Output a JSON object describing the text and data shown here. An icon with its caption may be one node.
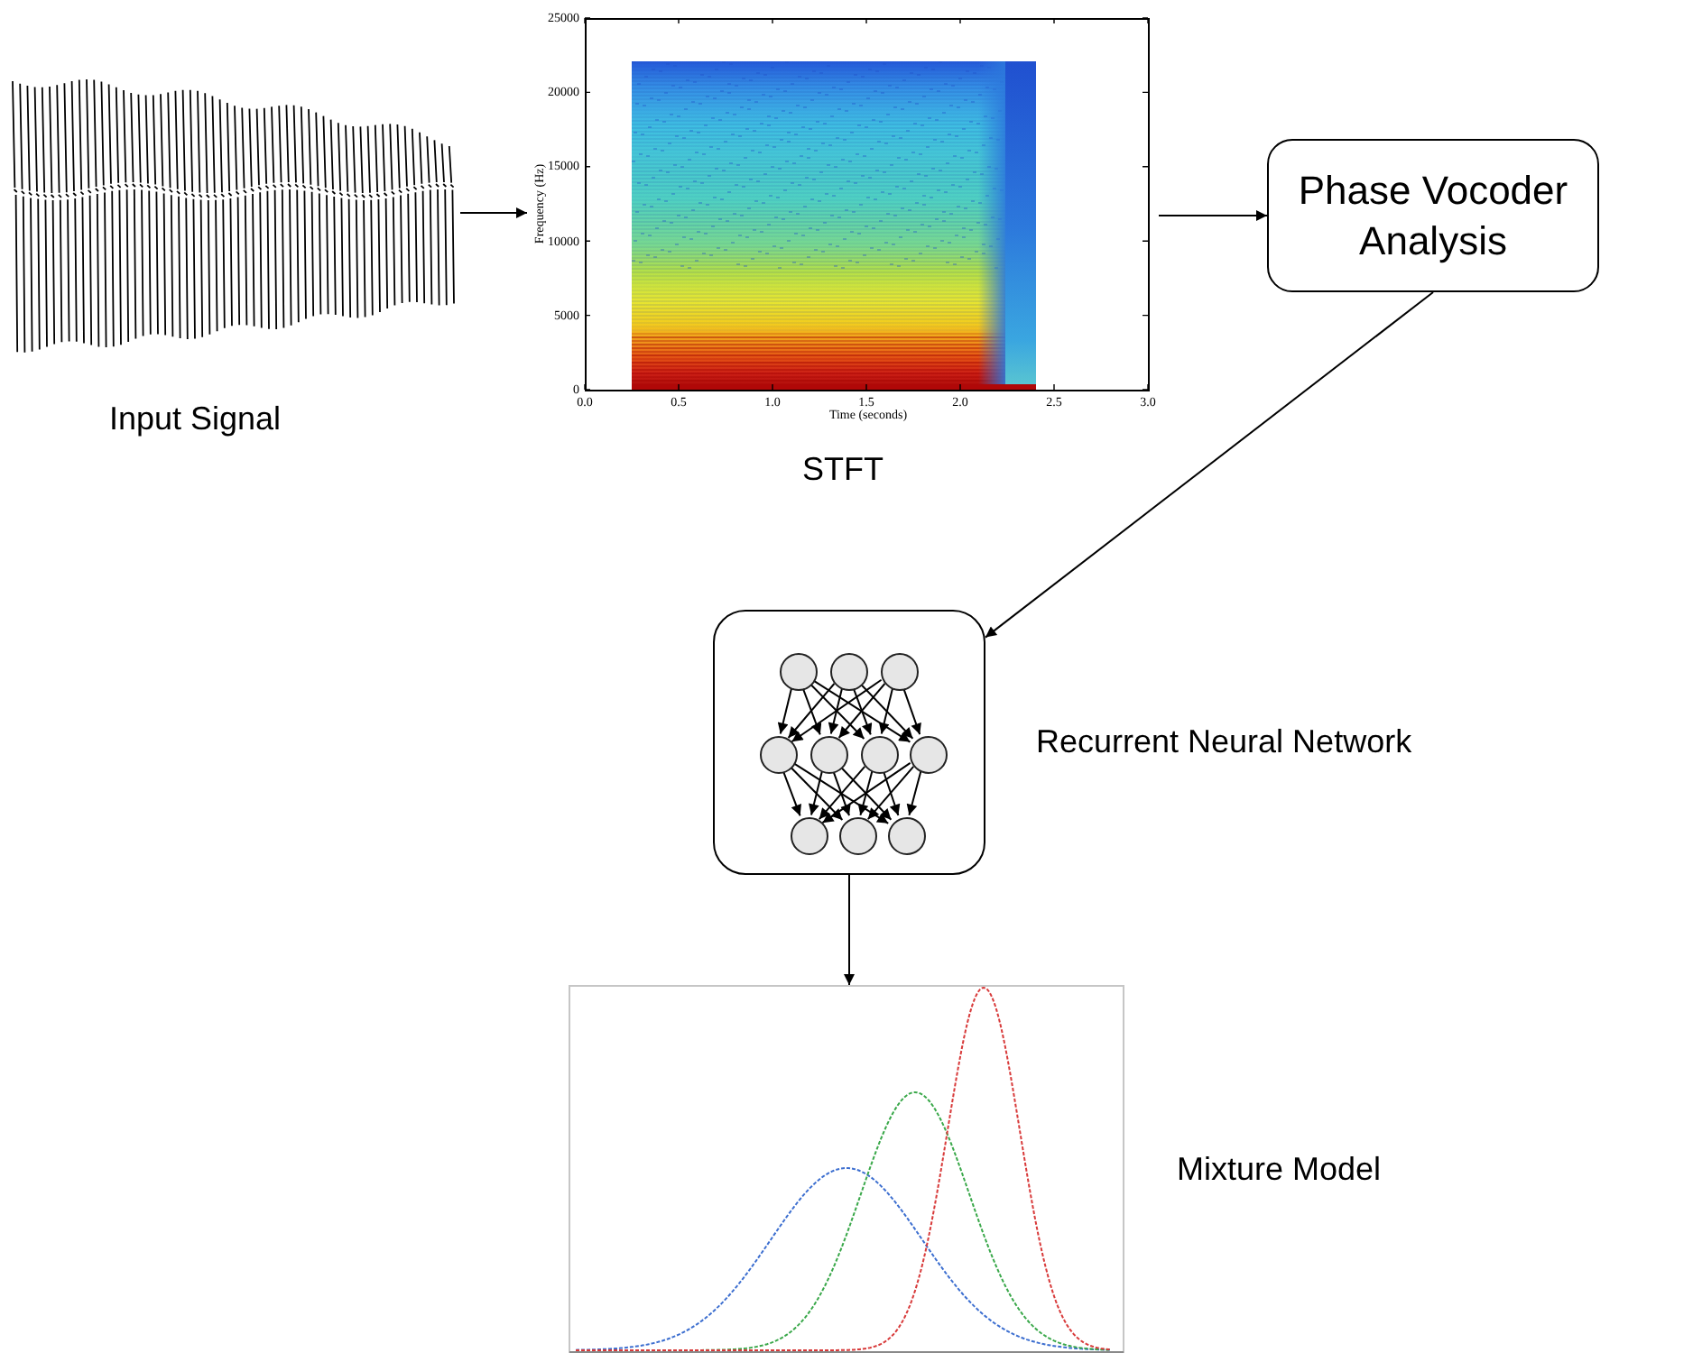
{
  "diagram": {
    "nodes": [
      {
        "text": [],
        "shape": "picture",
        "beside": [
          "Input Signal"
        ]
      },
      {
        "text": [],
        "shape": "picture",
        "beside": [
          "STFT"
        ]
      },
      {
        "text": [
          "Phase Vocoder Analysis"
        ]
      },
      {
        "text": [],
        "shape": "box",
        "beside": [
          "Recurrent Neural Network"
        ]
      },
      {
        "text": [],
        "shape": "circle",
        "in": 3
      },
      {
        "text": [],
        "shape": "circle",
        "in": 3
      },
      {
        "text": [],
        "shape": "circle",
        "in": 3
      },
      {
        "text": [],
        "shape": "circle",
        "in": 3
      },
      {
        "text": [],
        "shape": "circle",
        "in": 3
      },
      {
        "text": [],
        "shape": "circle",
        "in": 3
      },
      {
        "text": [],
        "shape": "circle",
        "in": 3
      },
      {
        "text": [],
        "shape": "circle",
        "in": 3
      },
      {
        "text": [],
        "shape": "circle",
        "in": 3
      },
      {
        "text": [],
        "shape": "circle",
        "in": 3
      },
      {
        "text": [],
        "shape": "picture",
        "beside": [
          "Mixture Model"
        ]
      }
    ],
    "edges": [
      {
        "from": 0,
        "to": 1,
        "arrow": "to"
      },
      {
        "from": 1,
        "to": 2,
        "arrow": "to"
      },
      {
        "from": 2,
        "to": 3,
        "arrow": "to"
      },
      {
        "from": 3,
        "to": 14,
        "arrow": "to"
      },
      {
        "from": 4,
        "to": 7,
        "arrow": "to"
      },
      {
        "from": 4,
        "to": 8,
        "arrow": "to"
      },
      {
        "from": 4,
        "to": 9,
        "arrow": "to"
      },
      {
        "from": 4,
        "to": 10,
        "arrow": "to"
      },
      {
        "from": 5,
        "to": 7,
        "arrow": "to"
      },
      {
        "from": 5,
        "to": 8,
        "arrow": "to"
      },
      {
        "from": 5,
        "to": 9,
        "arrow": "to"
      },
      {
        "from": 5,
        "to": 10,
        "arrow": "to"
      },
      {
        "from": 6,
        "to": 7,
        "arrow": "to"
      },
      {
        "from": 6,
        "to": 8,
        "arrow": "to"
      },
      {
        "from": 6,
        "to": 9,
        "arrow": "to"
      },
      {
        "from": 6,
        "to": 10,
        "arrow": "to"
      },
      {
        "from": 7,
        "to": 11,
        "arrow": "to"
      },
      {
        "from": 7,
        "to": 12,
        "arrow": "to"
      },
      {
        "from": 7,
        "to": 13,
        "arrow": "to"
      },
      {
        "from": 8,
        "to": 11,
        "arrow": "to"
      },
      {
        "from": 8,
        "to": 12,
        "arrow": "to"
      },
      {
        "from": 8,
        "to": 13,
        "arrow": "to"
      },
      {
        "from": 9,
        "to": 11,
        "arrow": "to"
      },
      {
        "from": 9,
        "to": 12,
        "arrow": "to"
      },
      {
        "from": 9,
        "to": 13,
        "arrow": "to"
      },
      {
        "from": 10,
        "to": 11,
        "arrow": "to"
      },
      {
        "from": 10,
        "to": 12,
        "arrow": "to"
      },
      {
        "from": 10,
        "to": 13,
        "arrow": "to"
      }
    ],
    "labels": [
      "25000",
      "20000",
      "15000",
      "10000",
      "5000",
      "0",
      "Frequency (Hz)",
      "0.0",
      "0.5",
      "1.0",
      "1.5",
      "2.0",
      "2.5",
      "3.0",
      "Time (seconds)"
    ]
  }
}
